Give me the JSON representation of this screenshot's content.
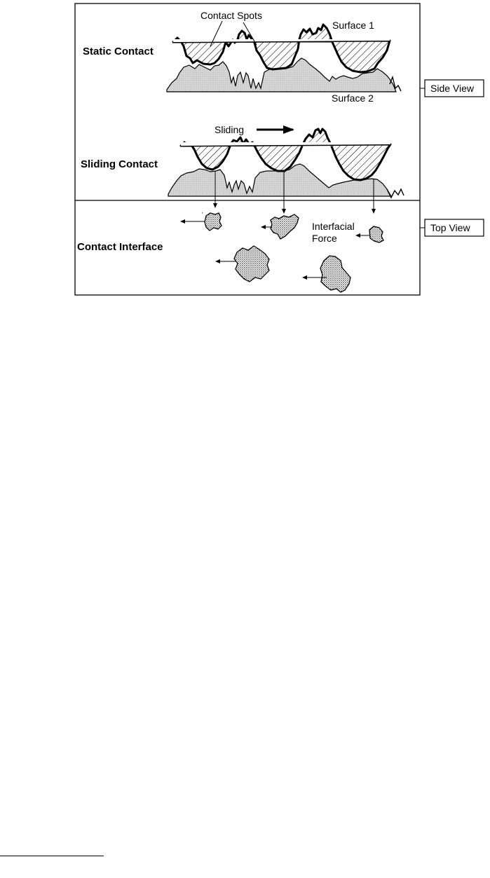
{
  "diagram": {
    "rows": {
      "static": "Static Contact",
      "sliding": "Sliding Contact",
      "interface": "Contact Interface"
    },
    "annotations": {
      "contact_spots": "Contact Spots",
      "surface1": "Surface 1",
      "surface2": "Surface 2",
      "sliding": "Sliding",
      "interfacial_force_line1": "Interfacial",
      "interfacial_force_line2": "Force"
    },
    "side_tags": {
      "side_view": "Side View",
      "top_view": "Top View"
    }
  }
}
